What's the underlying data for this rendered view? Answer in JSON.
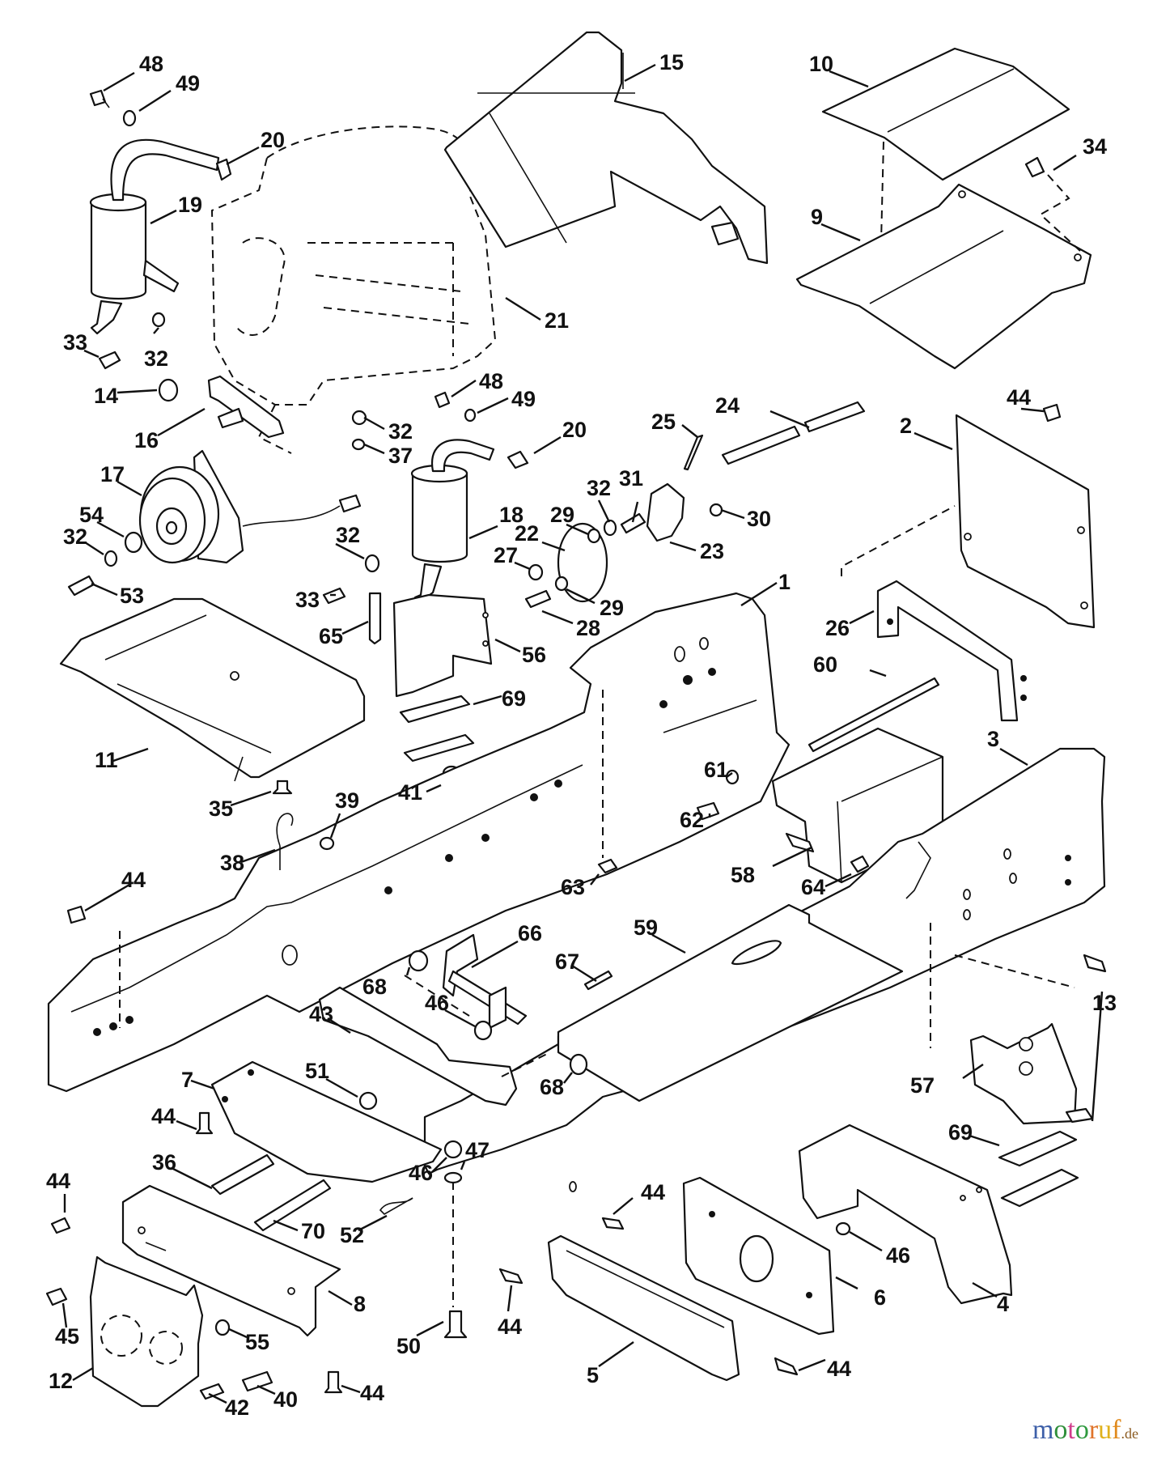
{
  "diagram": {
    "type": "exploded-parts-diagram",
    "subject": "Riding tractor frame, engine, muffler and PTO clutch assembly",
    "callouts": [
      {
        "id": "c48a",
        "label": "48"
      },
      {
        "id": "c49a",
        "label": "49"
      },
      {
        "id": "c20a",
        "label": "20"
      },
      {
        "id": "c19",
        "label": "19"
      },
      {
        "id": "c15",
        "label": "15"
      },
      {
        "id": "c10",
        "label": "10"
      },
      {
        "id": "c34",
        "label": "34"
      },
      {
        "id": "c9",
        "label": "9"
      },
      {
        "id": "c21",
        "label": "21"
      },
      {
        "id": "c33a",
        "label": "33"
      },
      {
        "id": "c32a",
        "label": "32"
      },
      {
        "id": "c14",
        "label": "14"
      },
      {
        "id": "c16",
        "label": "16"
      },
      {
        "id": "c48b",
        "label": "48"
      },
      {
        "id": "c49b",
        "label": "49"
      },
      {
        "id": "c32b",
        "label": "32"
      },
      {
        "id": "c37",
        "label": "37"
      },
      {
        "id": "c20b",
        "label": "20"
      },
      {
        "id": "c25",
        "label": "25"
      },
      {
        "id": "c24",
        "label": "24"
      },
      {
        "id": "c44a",
        "label": "44"
      },
      {
        "id": "c2",
        "label": "2"
      },
      {
        "id": "c17",
        "label": "17"
      },
      {
        "id": "c54",
        "label": "54"
      },
      {
        "id": "c32c",
        "label": "32"
      },
      {
        "id": "c53",
        "label": "53"
      },
      {
        "id": "c18",
        "label": "18"
      },
      {
        "id": "c32d",
        "label": "32"
      },
      {
        "id": "c33b",
        "label": "33"
      },
      {
        "id": "c32e",
        "label": "32"
      },
      {
        "id": "c31",
        "label": "31"
      },
      {
        "id": "c29a",
        "label": "29"
      },
      {
        "id": "c22",
        "label": "22"
      },
      {
        "id": "c27",
        "label": "27"
      },
      {
        "id": "c29b",
        "label": "29"
      },
      {
        "id": "c28",
        "label": "28"
      },
      {
        "id": "c23",
        "label": "23"
      },
      {
        "id": "c30",
        "label": "30"
      },
      {
        "id": "c1",
        "label": "1"
      },
      {
        "id": "c26",
        "label": "26"
      },
      {
        "id": "c65",
        "label": "65"
      },
      {
        "id": "c56",
        "label": "56"
      },
      {
        "id": "c69a",
        "label": "69"
      },
      {
        "id": "c60",
        "label": "60"
      },
      {
        "id": "c11",
        "label": "11"
      },
      {
        "id": "c41",
        "label": "41"
      },
      {
        "id": "c3",
        "label": "3"
      },
      {
        "id": "c35",
        "label": "35"
      },
      {
        "id": "c61",
        "label": "61"
      },
      {
        "id": "c62",
        "label": "62"
      },
      {
        "id": "c39",
        "label": "39"
      },
      {
        "id": "c38",
        "label": "38"
      },
      {
        "id": "c58",
        "label": "58"
      },
      {
        "id": "c63",
        "label": "63"
      },
      {
        "id": "c64",
        "label": "64"
      },
      {
        "id": "c44b",
        "label": "44"
      },
      {
        "id": "c66",
        "label": "66"
      },
      {
        "id": "c59",
        "label": "59"
      },
      {
        "id": "c67",
        "label": "67"
      },
      {
        "id": "c68a",
        "label": "68"
      },
      {
        "id": "c46a",
        "label": "46"
      },
      {
        "id": "c43",
        "label": "43"
      },
      {
        "id": "c13",
        "label": "13"
      },
      {
        "id": "c68b",
        "label": "68"
      },
      {
        "id": "c7",
        "label": "7"
      },
      {
        "id": "c51",
        "label": "51"
      },
      {
        "id": "c57",
        "label": "57"
      },
      {
        "id": "c69b",
        "label": "69"
      },
      {
        "id": "c44c",
        "label": "44"
      },
      {
        "id": "c47",
        "label": "47"
      },
      {
        "id": "c46b",
        "label": "46"
      },
      {
        "id": "c36",
        "label": "36"
      },
      {
        "id": "c44d",
        "label": "44"
      },
      {
        "id": "c70",
        "label": "70"
      },
      {
        "id": "c52",
        "label": "52"
      },
      {
        "id": "c44e",
        "label": "44"
      },
      {
        "id": "c46c",
        "label": "46"
      },
      {
        "id": "c8",
        "label": "8"
      },
      {
        "id": "c45",
        "label": "45"
      },
      {
        "id": "c55",
        "label": "55"
      },
      {
        "id": "c6",
        "label": "6"
      },
      {
        "id": "c4",
        "label": "4"
      },
      {
        "id": "c50",
        "label": "50"
      },
      {
        "id": "c44f",
        "label": "44"
      },
      {
        "id": "c5",
        "label": "5"
      },
      {
        "id": "c44g",
        "label": "44"
      },
      {
        "id": "c12",
        "label": "12"
      },
      {
        "id": "c42",
        "label": "42"
      },
      {
        "id": "c40",
        "label": "40"
      },
      {
        "id": "c44h",
        "label": "44"
      }
    ]
  },
  "watermark": {
    "letters": [
      "m",
      "o",
      "t",
      "o",
      "r",
      "u",
      "f"
    ],
    "colors": [
      "#3d5fa8",
      "#2f8f3a",
      "#d13d8c",
      "#2f9a3f",
      "#e0742a",
      "#e0b21c",
      "#e08a1c"
    ],
    "tld": ".de"
  }
}
